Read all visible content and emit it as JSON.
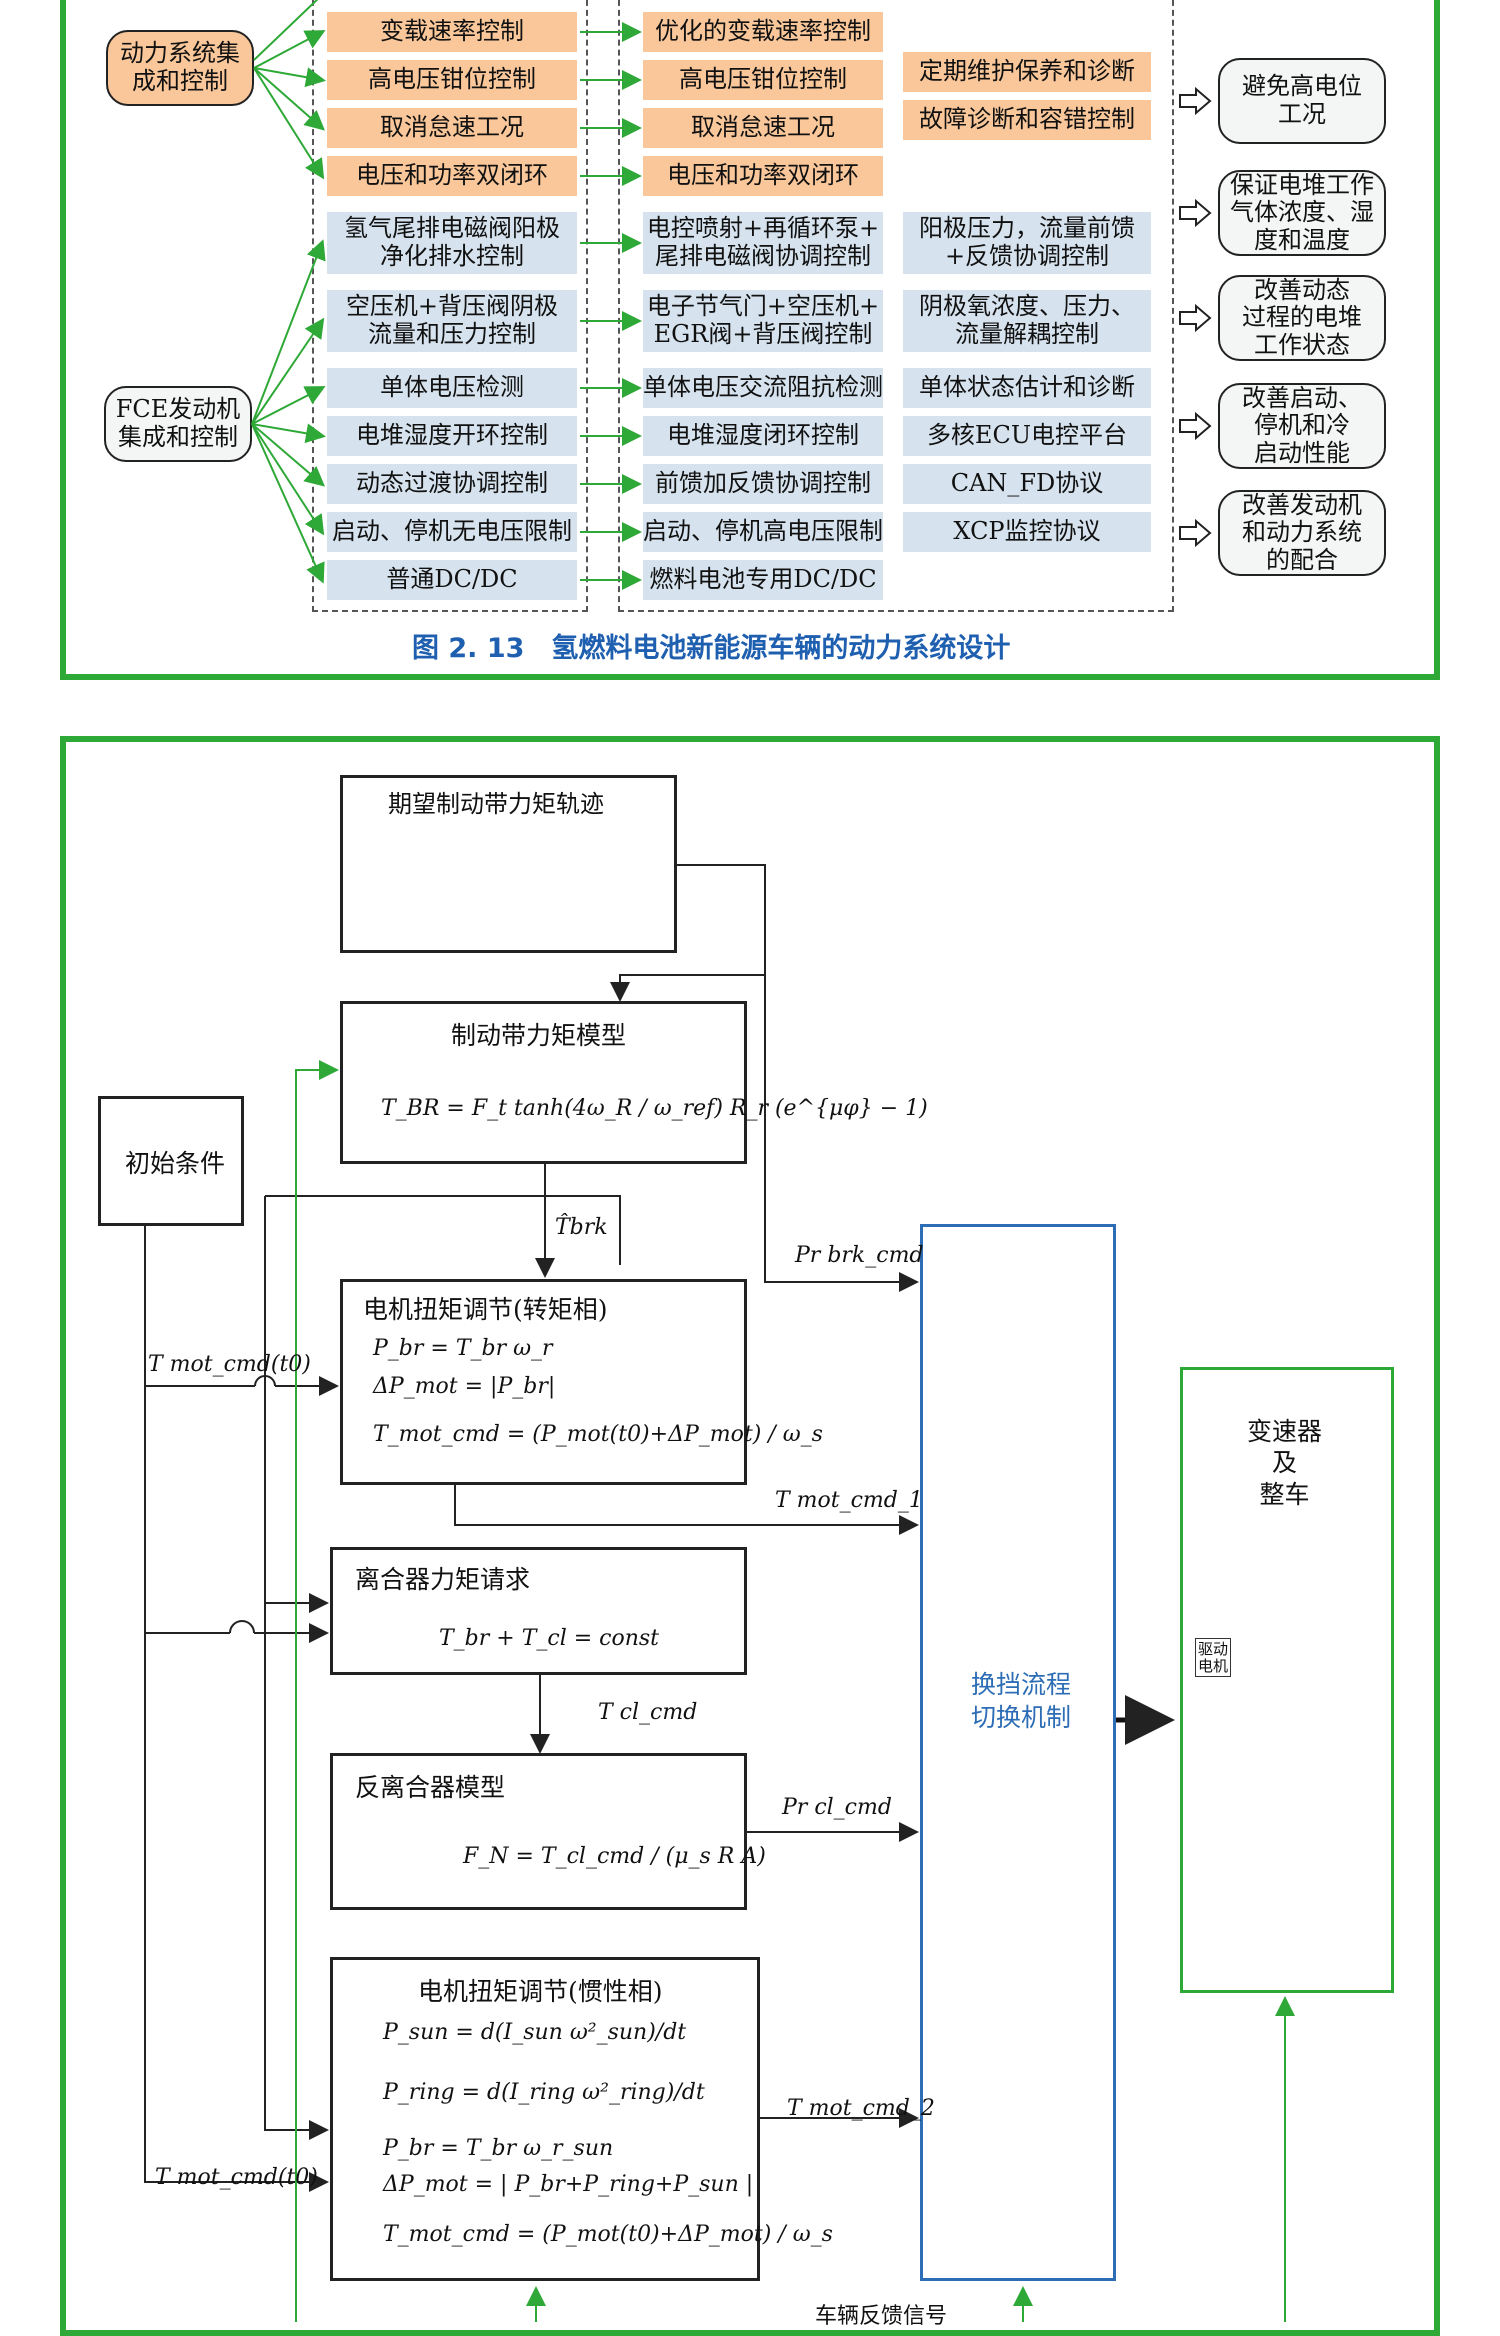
{
  "fig1": {
    "left_groups": [
      {
        "id": "powertrain",
        "label": "动力系统集\n成和控制"
      },
      {
        "id": "fce",
        "label": "FCE发动机\n集成和控制"
      }
    ],
    "col1": [
      "变载速率控制",
      "高电压钳位控制",
      "取消怠速工况",
      "电压和功率双闭环",
      "氢气尾排电磁阀阳极\n净化排水控制",
      "空压机+背压阀阴极\n流量和压力控制",
      "单体电压检测",
      "电堆湿度开环控制",
      "动态过渡协调控制",
      "启动、停机无电压限制",
      "普通DC/DC"
    ],
    "col2": [
      "优化的变载速率控制",
      "高电压钳位控制",
      "取消怠速工况",
      "电压和功率双闭环",
      "电控喷射+再循环泵+\n尾排电磁阀协调控制",
      "电子节气门+空压机+\nEGR阀+背压阀控制",
      "单体电压交流阻抗检测",
      "电堆湿度闭环控制",
      "前馈加反馈协调控制",
      "启动、停机高电压限制",
      "燃料电池专用DC/DC"
    ],
    "col3": [
      "定期维护保养和诊断",
      "故障诊断和容错控制",
      "阳极压力，流量前馈\n+反馈协调控制",
      "阴极氧浓度、压力、\n流量解耦控制",
      "单体状态估计和诊断",
      "多核ECU电控平台",
      "CAN_FD协议",
      "XCP监控协议"
    ],
    "outcomes": [
      "避免高电位\n工况",
      "保证电堆工作\n气体浓度、湿\n度和温度",
      "改善动态\n过程的电堆\n工作状态",
      "改善启动、\n停机和冷\n启动性能",
      "改善发动机\n和动力系统\n的配合"
    ],
    "caption": "图 2. 13　氢燃料电池新能源车辆的动力系统设计"
  },
  "fig2": {
    "traj_title": "期望制动带力矩轨迹",
    "init": "初始条件",
    "brake_model": {
      "title": "制动带力矩模型",
      "eq": "T_BR = F_t tanh(4ω_R / ω_ref) R_r (e^{μφ} − 1)"
    },
    "motor_torque_phase": {
      "title": "电机扭矩调节(转矩相)",
      "eqs": [
        "P_br = T_br ω_r",
        "ΔP_mot = |P_br|",
        "T_mot_cmd = (P_mot(t0)+ΔP_mot) / ω_s"
      ]
    },
    "clutch_req": {
      "title": "离合器力矩请求",
      "eq": "T_br + T_cl = const"
    },
    "anti_clutch": {
      "title": "反离合器模型",
      "eq": "F_N = T_cl_cmd / (μ_s R A)"
    },
    "motor_inertia": {
      "title": "电机扭矩调节(惯性相)",
      "eqs": [
        "P_sun = d(I_sun ω²_sun)/dt",
        "P_ring = d(I_ring ω²_ring)/dt",
        "P_br = T_br ω_r_sun",
        "ΔP_mot = | P_br+P_ring+P_sun |",
        "T_mot_cmd = (P_mot(t0)+ΔP_mot) / ω_s"
      ]
    },
    "shift": "换挡流程\n切换机制",
    "transmission": "变速器\n及\n整车",
    "motor_label": "驱动\n电机",
    "signals": {
      "t_brk": "T̂brk",
      "pr_brk": "Pr brk_cmd",
      "t_mot_cmd1": "T mot_cmd_1",
      "t_cl_cmd": "T cl_cmd",
      "pr_cl": "Pr cl_cmd",
      "t_mot_cmd2": "T mot_cmd_2",
      "t_mot_t0_a": "T mot_cmd(t0)",
      "t_mot_t0_b": "T mot_cmd(t0)",
      "feedback": "车辆反馈信号"
    }
  },
  "colors": {
    "frame": "#2ea836",
    "orange": "#f9c79a",
    "blue": "#d6e3ee",
    "shift_border": "#2d6db5",
    "green_line": "#2ea836"
  }
}
